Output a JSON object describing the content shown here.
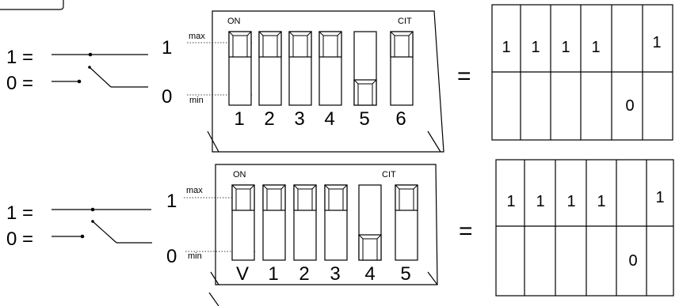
{
  "legend": {
    "one": "1 =",
    "zero": "0 =",
    "state_high": "1",
    "state_low": "0",
    "max": "max",
    "min": "min"
  },
  "switch_labels": {
    "on": "ON",
    "cit": "CIT"
  },
  "equals": "=",
  "panels": [
    {
      "switch_numbers": [
        "1",
        "2",
        "3",
        "4",
        "5",
        "6"
      ],
      "table": {
        "top_row": [
          "1",
          "1",
          "1",
          "1",
          "",
          "1"
        ],
        "bottom_row": [
          "",
          "",
          "",
          "",
          "0",
          ""
        ]
      }
    },
    {
      "switch_numbers": [
        "V",
        "1",
        "2",
        "3",
        "4",
        "5"
      ],
      "table": {
        "top_row": [
          "1",
          "1",
          "1",
          "1",
          "",
          "1"
        ],
        "bottom_row": [
          "",
          "",
          "",
          "",
          "0",
          ""
        ]
      }
    }
  ]
}
